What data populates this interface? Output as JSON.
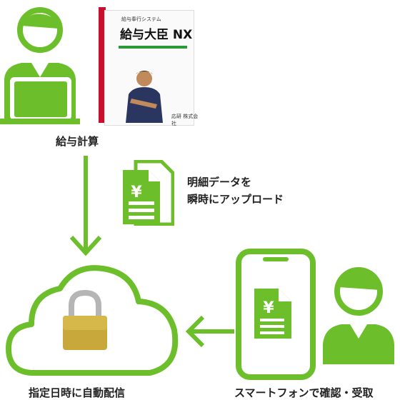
{
  "colors": {
    "green": "#6cbf2a",
    "lock": "#c8a83a",
    "red": "#c8102e"
  },
  "product_box": {
    "small_text": "給与奉行システム",
    "title": "給与大臣 NX",
    "maker": "応研 株式会社"
  },
  "labels": {
    "payroll": "給与計算",
    "upload_line1": "明細データを",
    "upload_line2": "瞬時にアップロード",
    "scheduled_delivery": "指定日時に自動配信",
    "smartphone": "スマートフォンで確認・受取"
  },
  "icons": {
    "document_symbol": "¥"
  }
}
